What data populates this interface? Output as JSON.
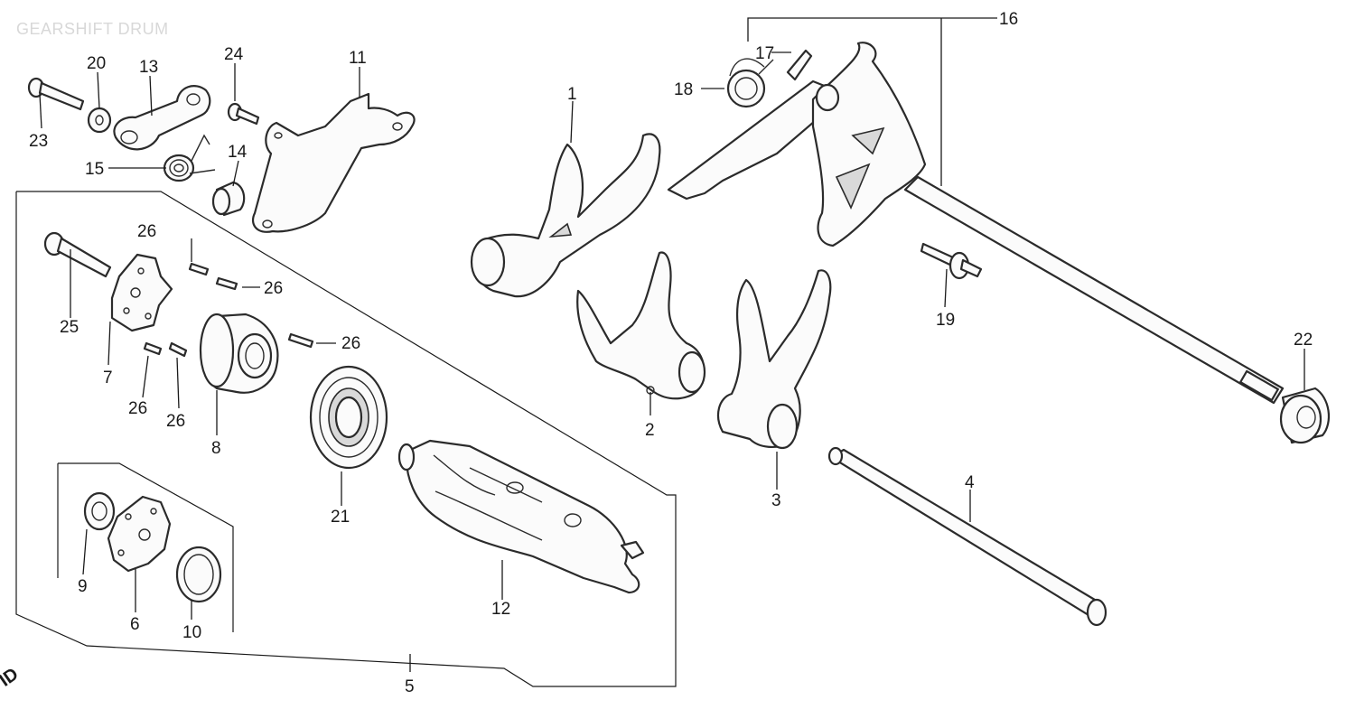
{
  "title": "GEARSHIFT DRUM",
  "corner_mark": "ID",
  "callouts": {
    "c1": "1",
    "c2": "2",
    "c3": "3",
    "c4": "4",
    "c5": "5",
    "c6": "6",
    "c7": "7",
    "c8": "8",
    "c9": "9",
    "c10": "10",
    "c11": "11",
    "c12": "12",
    "c13": "13",
    "c14": "14",
    "c15": "15",
    "c16": "16",
    "c17": "17",
    "c18": "18",
    "c19": "19",
    "c20": "20",
    "c21": "21",
    "c22": "22",
    "c23": "23",
    "c24": "24",
    "c25": "25",
    "c26a": "26",
    "c26b": "26",
    "c26c": "26",
    "c26d": "26",
    "c26e": "26"
  }
}
